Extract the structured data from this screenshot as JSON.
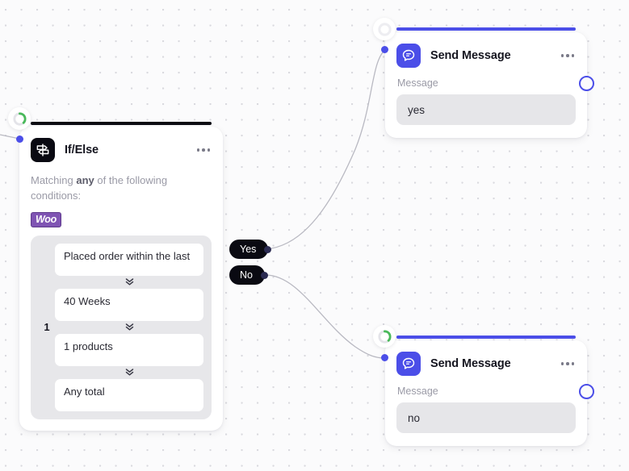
{
  "canvas": {
    "background": "#fbfbfc",
    "dot_color": "#d9d9de"
  },
  "colors": {
    "accent_blue": "#4b4ee8",
    "node_black": "#0a0a12",
    "spinner_green": "#49b95a",
    "woo_purple": "#7f54b3",
    "field_gray": "#e6e6e9"
  },
  "nodes": {
    "if_else": {
      "title": "If/Else",
      "icon": "signpost-icon",
      "topbar_color": "#0a0a12",
      "menu_icon": "more-options-icon",
      "status": "running",
      "description_prefix": "Matching ",
      "description_bold": "any",
      "description_suffix": " of the following conditions:",
      "integration_badge": "Woo",
      "condition_group": {
        "index": "1",
        "rows": [
          "Placed order within the last",
          "40 Weeks",
          "1 products",
          "Any total"
        ]
      }
    },
    "send_message_yes": {
      "title": "Send Message",
      "icon": "chat-bubble-icon",
      "topbar_color": "#4b4ee8",
      "menu_icon": "more-options-icon",
      "status": "idle",
      "field_label": "Message",
      "field_value": "yes"
    },
    "send_message_no": {
      "title": "Send Message",
      "icon": "chat-bubble-icon",
      "topbar_color": "#4b4ee8",
      "menu_icon": "more-options-icon",
      "status": "running",
      "field_label": "Message",
      "field_value": "no"
    }
  },
  "branches": [
    {
      "label": "Yes"
    },
    {
      "label": "No"
    }
  ]
}
